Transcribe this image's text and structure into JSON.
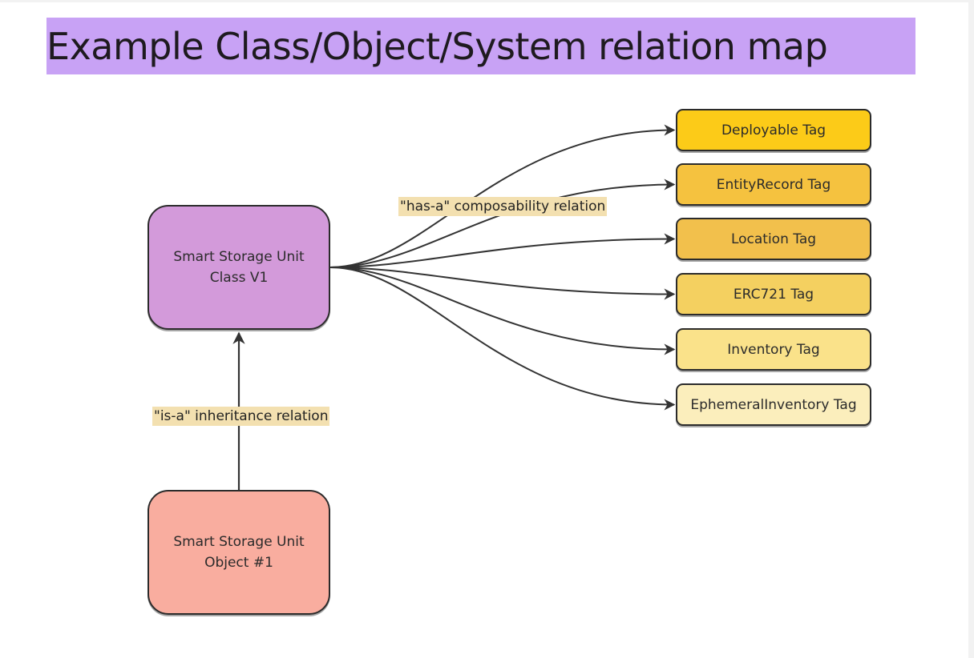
{
  "title": "Example Class/Object/System relation map",
  "colors": {
    "title_bg": "#c8a2f5",
    "class_node": "#d39ada",
    "object_node": "#f9ad9f",
    "label_bg": "#f3e0b0",
    "edge": "#333333"
  },
  "nodes": {
    "class": {
      "line1": "Smart Storage Unit",
      "line2": "Class V1"
    },
    "object": {
      "line1": "Smart Storage Unit",
      "line2": "Object #1"
    }
  },
  "tags": [
    {
      "label": "Deployable Tag",
      "color": "#fccb18"
    },
    {
      "label": "EntityRecord Tag",
      "color": "#f5c23f"
    },
    {
      "label": "Location Tag",
      "color": "#f2c04c"
    },
    {
      "label": "ERC721 Tag",
      "color": "#f4d060"
    },
    {
      "label": "Inventory Tag",
      "color": "#fae28a"
    },
    {
      "label": "EphemeralInventory Tag",
      "color": "#fbeebc"
    }
  ],
  "edges": {
    "has_a_label": "\"has-a\" composability relation",
    "is_a_label": "\"is-a\" inheritance relation"
  }
}
